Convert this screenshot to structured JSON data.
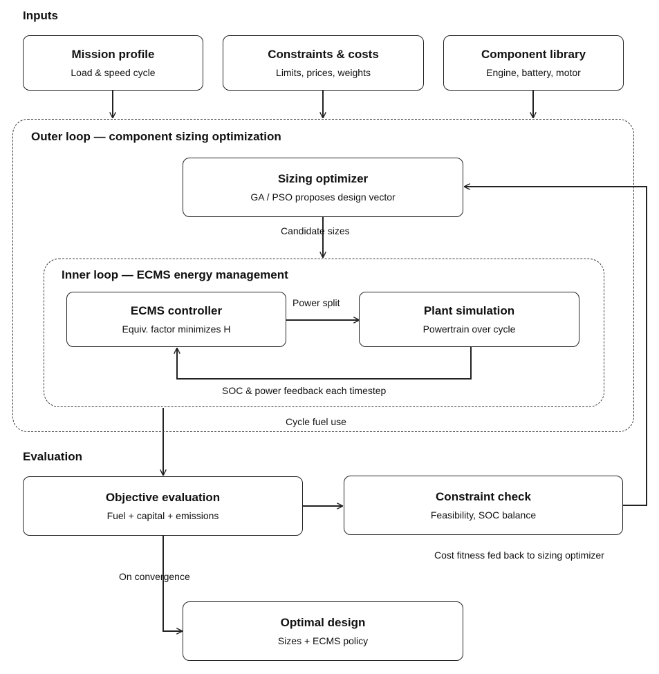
{
  "sections": {
    "inputs": "Inputs",
    "evaluation": "Evaluation"
  },
  "inputs": {
    "mission": {
      "title": "Mission profile",
      "subtitle": "Load & speed cycle"
    },
    "constraints": {
      "title": "Constraints & costs",
      "subtitle": "Limits, prices, weights"
    },
    "library": {
      "title": "Component library",
      "subtitle": "Engine, battery, motor"
    }
  },
  "outer_loop": {
    "title": "Outer loop — component sizing optimization",
    "optimizer": {
      "title": "Sizing optimizer",
      "subtitle": "GA / PSO proposes design vector"
    }
  },
  "inner_loop": {
    "title": "Inner loop — ECMS energy management",
    "ecms": {
      "title": "ECMS controller",
      "subtitle": "Equiv. factor minimizes H"
    },
    "plant": {
      "title": "Plant simulation",
      "subtitle": "Powertrain over cycle"
    }
  },
  "evaluation": {
    "objective": {
      "title": "Objective evaluation",
      "subtitle": "Fuel + capital + emissions"
    },
    "constraint": {
      "title": "Constraint check",
      "subtitle": "Feasibility, SOC balance"
    }
  },
  "output": {
    "optimal": {
      "title": "Optimal design",
      "subtitle": "Sizes + ECMS policy"
    }
  },
  "edge_labels": {
    "candidate_sizes": "Candidate sizes",
    "power_split": "Power split",
    "soc_feedback": "SOC & power feedback each timestep",
    "cycle_fuel": "Cycle fuel use",
    "cost_fitness": "Cost fitness fed back to sizing optimizer",
    "on_convergence": "On convergence"
  }
}
